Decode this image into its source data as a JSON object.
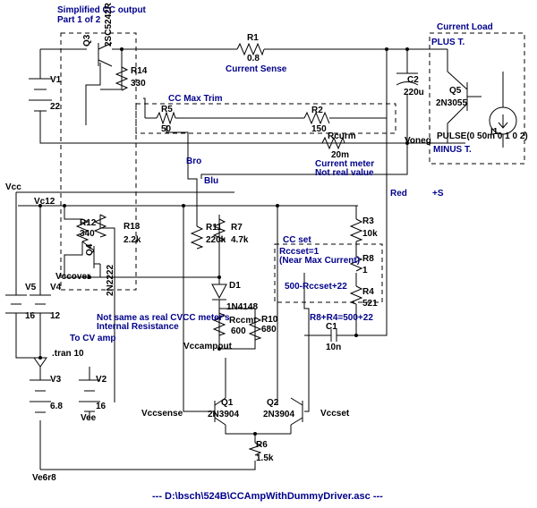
{
  "blocks": {
    "driver_title_1": "Simplified CC output",
    "driver_title_2": "Part 1 of 2",
    "current_load": "Current Load",
    "cc_max_trim": "CC Max Trim",
    "cc_set": "CC set",
    "rccset_eq": "Rccset=1",
    "near_max": "(Near Max Current)",
    "r8r4_expr": "500-Rccset+22",
    "sum_expr": "R8+R4=500+22"
  },
  "components": {
    "q3": "Q3",
    "q3_type": "2SC5242R",
    "r14": "R14",
    "r14_val": "330",
    "r1": "R1",
    "r1_val": "0.8",
    "r1_note": "Current Sense",
    "v1": "V1",
    "v1_val": "22",
    "r5": "R5",
    "r5_val": "50",
    "r2": "R2",
    "r2_val": "150",
    "rcurm": "Rcurm",
    "rcurm_val": "20m",
    "rcurm_note_1": "Current meter",
    "rcurm_note_2": "Not real value",
    "c2": "C2",
    "c2_val": "220u",
    "q5": "Q5",
    "q5_type": "2N3055",
    "i1": "I1",
    "i1_val": "PULSE(0 50m 0 1 0 2)",
    "r12": "R12",
    "r12_val": "340",
    "r13": "R13",
    "r13_val": "2.2k",
    "q4": "Q4",
    "q4_type": "2N2222",
    "r11": "R11",
    "r11_val": "220k",
    "r7": "R7",
    "r7_val": "4.7k",
    "r3": "R3",
    "r3_val": "10k",
    "r8": "R8",
    "r8_val": "1",
    "r4": "R4",
    "r4_val": "521",
    "c1": "C1",
    "c1_val": "10n",
    "d1": "D1",
    "d1_type": "1N4148",
    "rccmt": "Rccmt",
    "rccmt_val": "600",
    "r10": "R10",
    "r10_val": "680",
    "v5": "V5",
    "v5_val": "16",
    "v4": "V4",
    "v4_val": "12",
    "v3": "V3",
    "v3_val": "6.8",
    "v2": "V2",
    "v2_val": "16",
    "q1": "Q1",
    "q1_type": "2N3904",
    "q2": "Q2",
    "q2_type": "2N3904",
    "r6": "R6",
    "r6_val": "1.5k"
  },
  "nets": {
    "plus_t": "PLUS T.",
    "minus_t": "MINUS T.",
    "voneg": "Voneg",
    "vcc": "Vcc",
    "vc12": "Vc12",
    "vccover": "Vccover",
    "vccampout": "Vccampout",
    "vccsense": "Vccsense",
    "vccset": "Vccset",
    "vee": "Vee",
    "ve6r8": "Ve6r8",
    "bro": "Bro",
    "blu": "Blu",
    "red": "Red",
    "plus_s": "+S"
  },
  "notes": {
    "meter_1": "Not same as real CVCC meter's",
    "meter_2": "Internal Resistance",
    "to_cv": "To CV amp",
    "tran": ".tran 10"
  },
  "footer": {
    "filename": "---  D:\\bsch\\524B\\CCAmpWithDummyDriver.asc  ---"
  }
}
